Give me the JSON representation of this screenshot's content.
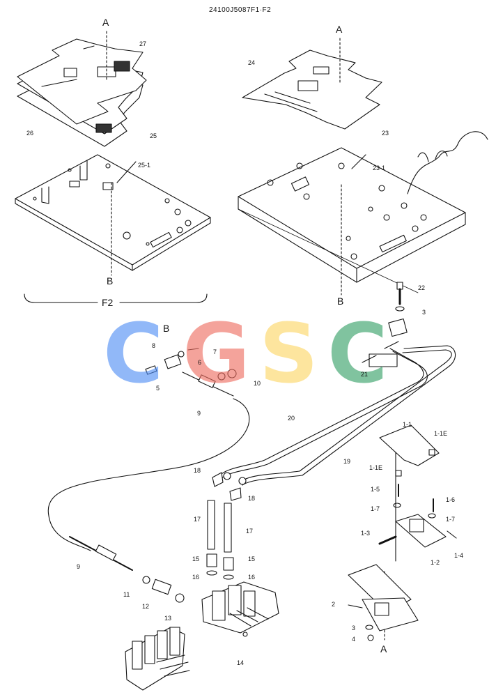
{
  "header": {
    "drawing_number": "24100J5087F1·F2"
  },
  "section": {
    "label": "F2"
  },
  "view_markers": {
    "a_left": "A",
    "a_right": "A",
    "a_bottom": "A",
    "b_left": "B",
    "b_right": "B",
    "b_mid": "B"
  },
  "watermark": {
    "letters": [
      "C",
      "G",
      "S",
      "C"
    ],
    "colors": [
      "#4f8df5",
      "#ee6b5e",
      "#fdd663",
      "#34a065"
    ]
  },
  "callouts": {
    "p27": "27",
    "p26": "26",
    "p25": "25",
    "p25_1": "25-1",
    "p24": "24",
    "p23": "23",
    "p23_1": "23-1",
    "p22": "22",
    "p3_top": "3",
    "p21": "21",
    "p8": "8",
    "p7": "7",
    "p6": "6",
    "p5": "5",
    "p10": "10",
    "p9_top": "9",
    "p20": "20",
    "p19": "19",
    "p1_1": "1-1",
    "p1_1E_a": "1-1E",
    "p1_1E_b": "1-1E",
    "p1_5": "1-5",
    "p1_6": "1-6",
    "p1_7_a": "1-7",
    "p1_7_b": "1-7",
    "p1_3": "1-3",
    "p1_2": "1-2",
    "p1_4": "1-4",
    "p18_a": "18",
    "p18_b": "18",
    "p17_a": "17",
    "p17_b": "17",
    "p15_a": "15",
    "p15_b": "15",
    "p16_a": "16",
    "p16_b": "16",
    "p9_bottom": "9",
    "p11": "11",
    "p12": "12",
    "p13": "13",
    "p14": "14",
    "p2": "2",
    "p3_bottom": "3",
    "p4": "4"
  }
}
